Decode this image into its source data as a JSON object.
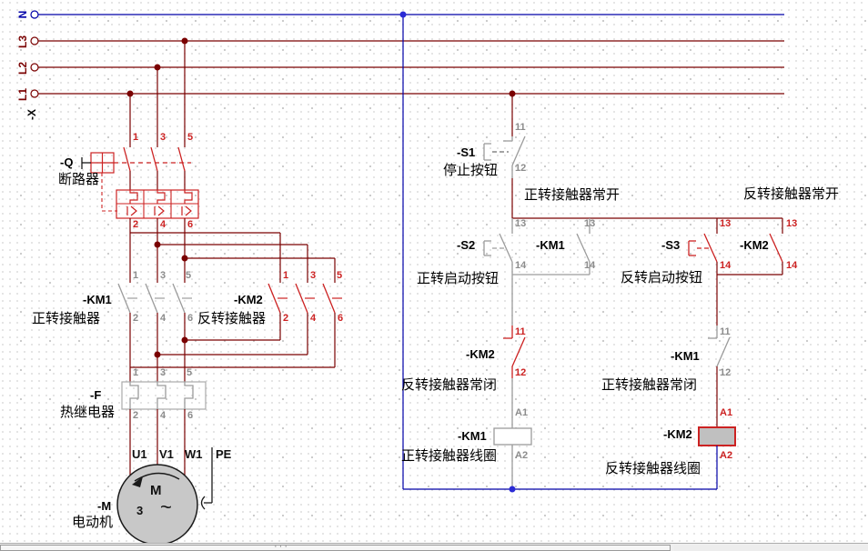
{
  "schematic": {
    "supply": {
      "neutral_label": "N",
      "l3_label": "L3",
      "l2_label": "L2",
      "l1_label": "L1",
      "terminal_strip": "-X"
    },
    "breaker": {
      "tag": "-Q",
      "name": "断路器",
      "pins_top": [
        "1",
        "3",
        "5"
      ],
      "pins_bottom": [
        "2",
        "4",
        "6"
      ]
    },
    "contactor_fwd_power": {
      "tag": "-KM1",
      "name": "正转接触器",
      "pins_top": [
        "1",
        "3",
        "5"
      ],
      "pins_bottom": [
        "2",
        "4",
        "6"
      ]
    },
    "contactor_rev_power": {
      "tag": "-KM2",
      "name": "反转接触器",
      "pins_top": [
        "1",
        "3",
        "5"
      ],
      "pins_bottom": [
        "2",
        "4",
        "6"
      ]
    },
    "thermal_relay": {
      "tag": "-F",
      "name": "热继电器",
      "pins_top": [
        "1",
        "3",
        "5"
      ],
      "pins_bottom": [
        "2",
        "4",
        "6"
      ]
    },
    "motor": {
      "tag": "-M",
      "name": "电动机",
      "letter": "M",
      "phases": "3",
      "ac_symbol": "~",
      "terminals": [
        "U1",
        "V1",
        "W1",
        "PE"
      ]
    },
    "control": {
      "stop_button": {
        "tag": "-S1",
        "name": "停止按钮",
        "pin_top": "11",
        "pin_bottom": "12"
      },
      "fwd_no_label": "正转接触器常开",
      "rev_no_label": "反转接触器常开",
      "fwd_start_button": {
        "tag": "-S2",
        "name": "正转启动按钮",
        "pin_top": "13",
        "pin_bottom": "14"
      },
      "fwd_aux_no": {
        "tag": "-KM1",
        "pin_top": "13",
        "pin_bottom": "14"
      },
      "rev_start_button": {
        "tag": "-S3",
        "name": "反转启动按钮",
        "pin_top": "13",
        "pin_bottom": "14"
      },
      "rev_aux_no": {
        "tag": "-KM2",
        "pin_top": "13",
        "pin_bottom": "14"
      },
      "rev_aux_nc": {
        "tag": "-KM2",
        "name": "反转接触器常闭",
        "pin_top": "11",
        "pin_bottom": "12"
      },
      "fwd_aux_nc": {
        "tag": "-KM1",
        "name": "正转接触器常闭",
        "pin_top": "11",
        "pin_bottom": "12"
      },
      "fwd_coil": {
        "tag": "-KM1",
        "name": "正转接触器线圈",
        "pin_top": "A1",
        "pin_bottom": "A2"
      },
      "rev_coil": {
        "tag": "-KM2",
        "name": "反转接触器线圈",
        "pin_top": "A1",
        "pin_bottom": "A2"
      }
    },
    "colors": {
      "power_wire": "#7a0101",
      "neutral_wire": "#0000a8",
      "symbol_red": "#cc2222",
      "symbol_gray": "#9c9c9c",
      "motor_fill": "#c8c8c8"
    },
    "scrollbar": {
      "grip": "···"
    }
  }
}
